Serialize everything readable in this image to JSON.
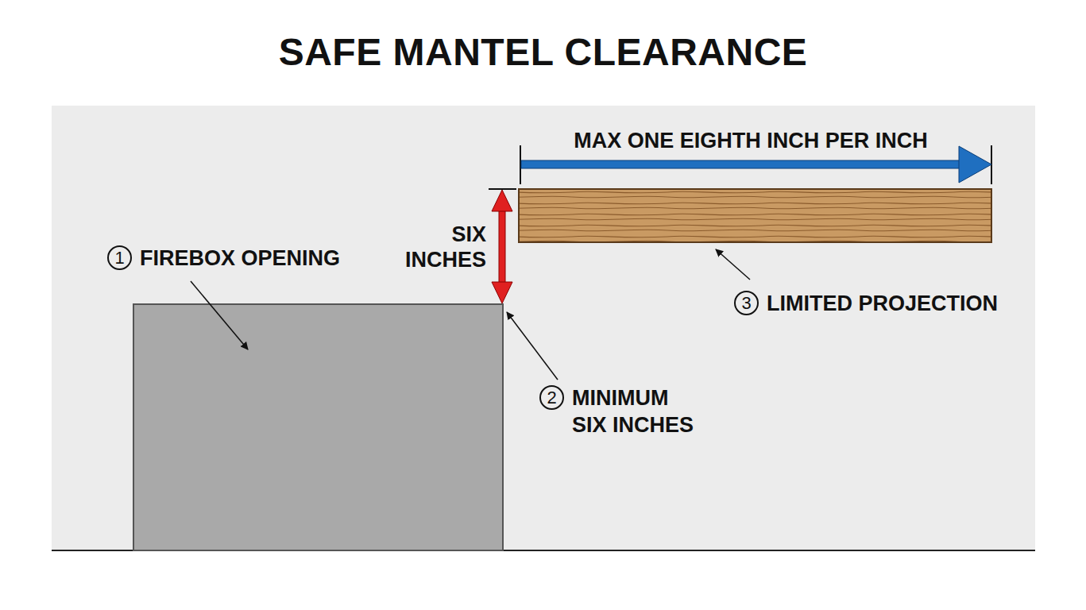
{
  "diagram": {
    "title": "SAFE MANTEL CLEARANCE",
    "nodes": [
      {
        "text": [
          "1",
          "FIREBOX OPENING"
        ]
      },
      {
        "text": [
          "2",
          "MINIMUM SIX INCHES"
        ]
      },
      {
        "text": [
          "3",
          "LIMITED PROJECTION"
        ]
      }
    ],
    "labels": [
      "SIX INCHES",
      "MAX ONE EIGHTH INCH PER INCH"
    ]
  }
}
